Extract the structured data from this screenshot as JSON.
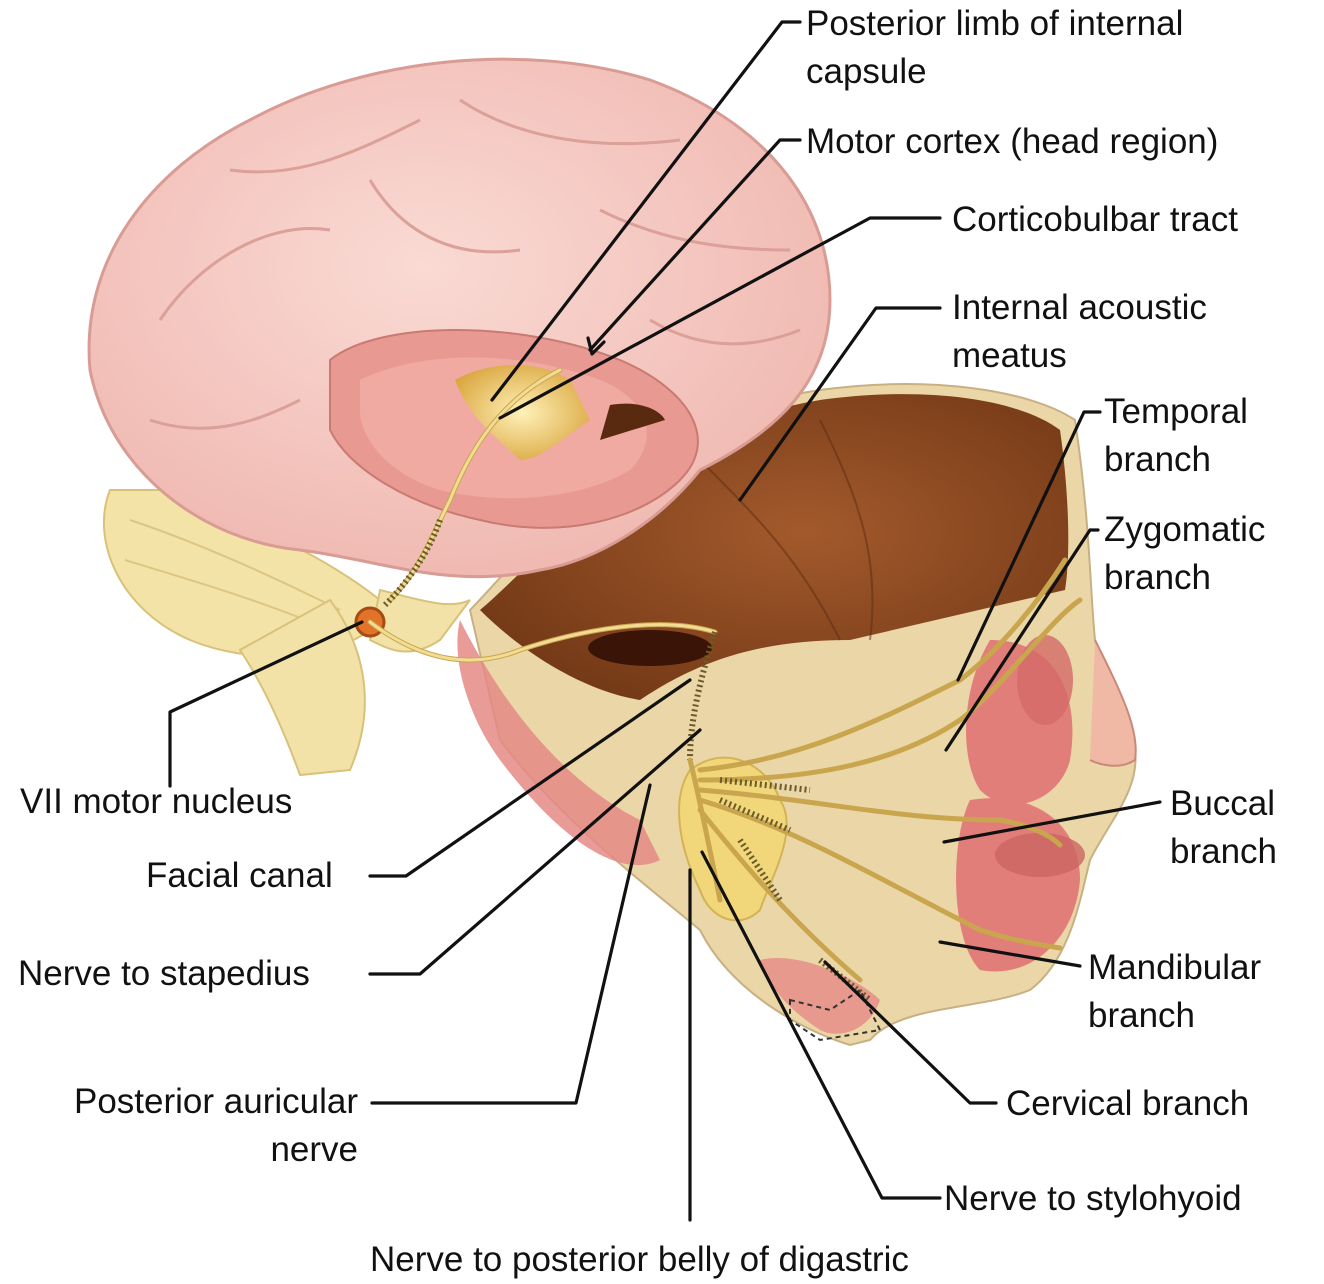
{
  "labels": {
    "posterior_limb": "Posterior limb of internal capsule",
    "motor_cortex": "Motor cortex (head region)",
    "corticobulbar": "Corticobulbar tract",
    "internal_acoustic": "Internal acoustic meatus",
    "temporal": "Temporal branch",
    "zygomatic": "Zygomatic branch",
    "buccal": "Buccal branch",
    "mandibular": "Mandibular branch",
    "cervical": "Cervical branch",
    "stylohyoid": "Nerve to stylohyoid",
    "digastric": "Nerve to posterior belly of digastric",
    "vii_nucleus": "VII motor nucleus",
    "facial_canal": "Facial canal",
    "stapedius": "Nerve to stapedius",
    "posterior_auricular": "Posterior auricular nerve"
  },
  "colors": {
    "brain": "#f6c6c0",
    "brain_shadow": "#e9a9a2",
    "cerebellum": "#f4e3a6",
    "skull_interior": "#8e4a1f",
    "skin": "#e9d3a0",
    "muscle": "#e58a86",
    "nerve": "#e7c977",
    "capsule": "#f1c25a"
  }
}
